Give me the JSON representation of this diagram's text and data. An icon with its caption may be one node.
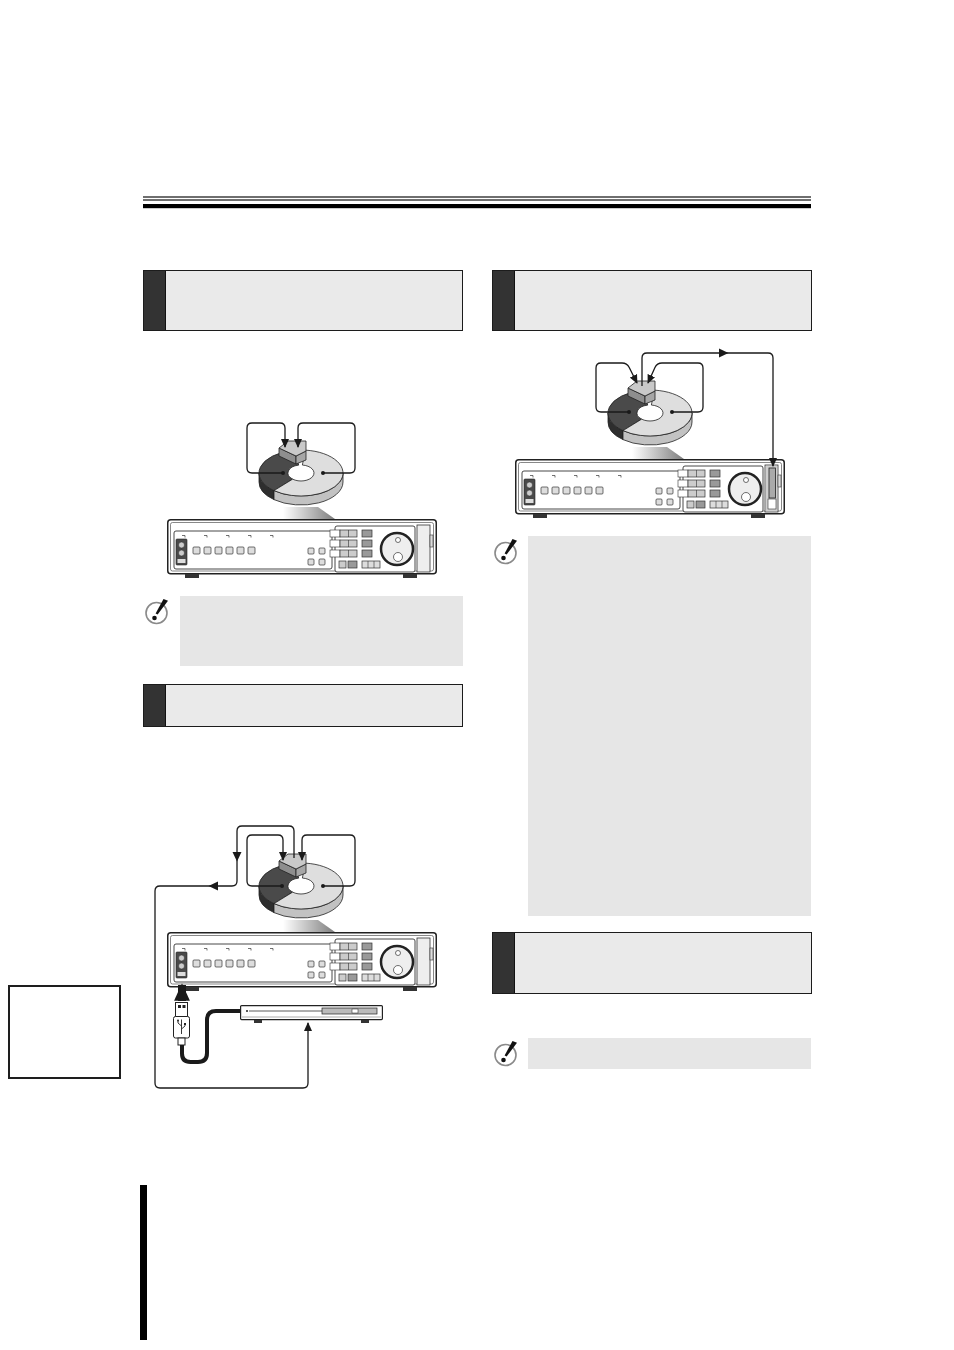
{
  "diagram": {
    "nodes": [
      {
        "text": [],
        "shape": "box"
      },
      {
        "text": [],
        "shape": "picture"
      },
      {
        "text": [],
        "shape": "picture"
      },
      {
        "text": [],
        "shape": "picture"
      },
      {
        "text": [],
        "shape": "picture"
      },
      {
        "text": [],
        "shape": "box"
      },
      {
        "text": [],
        "shape": "box"
      },
      {
        "text": [],
        "shape": "picture"
      },
      {
        "text": [],
        "shape": "picture"
      },
      {
        "text": [],
        "shape": "picture"
      },
      {
        "text": [],
        "shape": "picture"
      },
      {
        "text": [],
        "shape": "picture"
      },
      {
        "text": [],
        "shape": "picture"
      },
      {
        "text": [],
        "shape": "box"
      },
      {
        "text": [],
        "shape": "box"
      },
      {
        "text": [],
        "shape": "picture"
      },
      {
        "text": [],
        "shape": "picture"
      },
      {
        "text": [],
        "shape": "picture"
      },
      {
        "text": [],
        "shape": "picture"
      },
      {
        "text": [],
        "shape": "box"
      },
      {
        "text": [],
        "shape": "box"
      },
      {
        "text": [],
        "shape": "box"
      }
    ],
    "edges": [
      {
        "from": 1,
        "to": 2,
        "arrow": "to"
      },
      {
        "from": 3,
        "to": 2,
        "arrow": "to"
      },
      {
        "from": 7,
        "to": 8,
        "arrow": "to"
      },
      {
        "from": 9,
        "to": 8,
        "arrow": "to"
      },
      {
        "from": 8,
        "to": 12,
        "arrow": "to"
      },
      {
        "from": 11,
        "to": 10,
        "arrow": "to",
        "style": "thick"
      },
      {
        "from": 11,
        "to": 12,
        "arrow": "none",
        "style": "thick"
      },
      {
        "from": 15,
        "to": 16,
        "arrow": "to"
      },
      {
        "from": 17,
        "to": 16,
        "arrow": "to"
      },
      {
        "from": 16,
        "to": 18,
        "arrow": "to"
      }
    ]
  }
}
